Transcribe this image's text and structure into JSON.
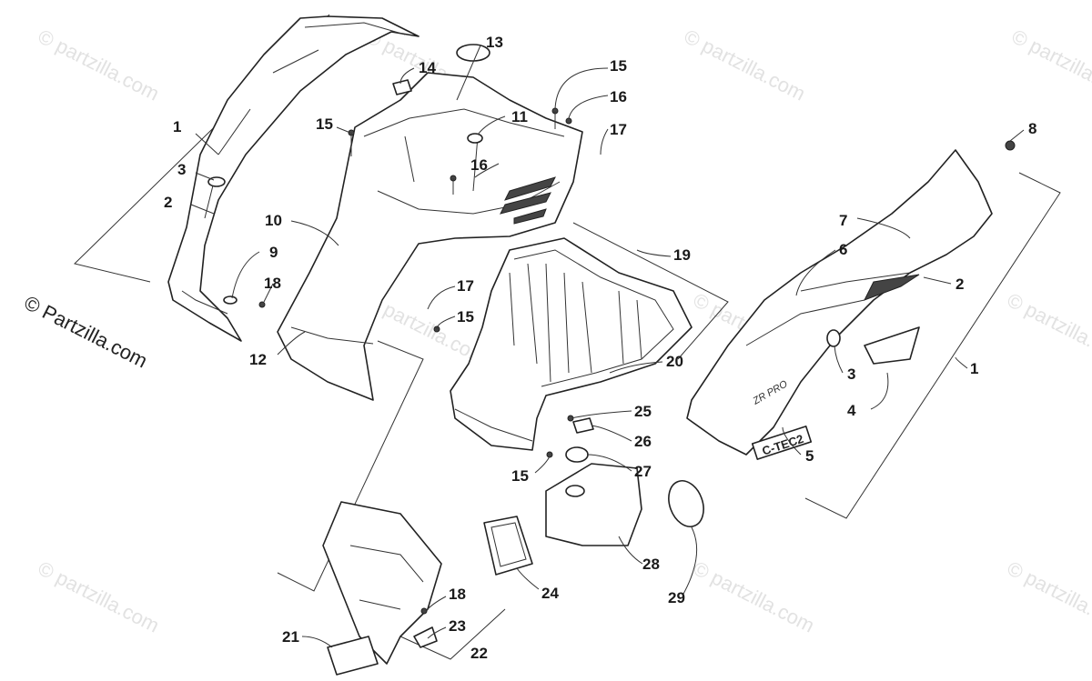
{
  "credit": "© Partzilla.com",
  "watermark": "© partzilla.com",
  "callouts": [
    {
      "id": "c1a",
      "label": "1"
    },
    {
      "id": "c2a",
      "label": "2"
    },
    {
      "id": "c3a",
      "label": "3"
    },
    {
      "id": "c9",
      "label": "9"
    },
    {
      "id": "c10",
      "label": "10"
    },
    {
      "id": "c18a",
      "label": "18"
    },
    {
      "id": "c12",
      "label": "12"
    },
    {
      "id": "c14",
      "label": "14"
    },
    {
      "id": "c13",
      "label": "13"
    },
    {
      "id": "c15a",
      "label": "15"
    },
    {
      "id": "c11",
      "label": "11"
    },
    {
      "id": "c16a",
      "label": "16"
    },
    {
      "id": "c15b",
      "label": "15"
    },
    {
      "id": "c16b",
      "label": "16"
    },
    {
      "id": "c17a",
      "label": "17"
    },
    {
      "id": "c8",
      "label": "8"
    },
    {
      "id": "c7",
      "label": "7"
    },
    {
      "id": "c6",
      "label": "6"
    },
    {
      "id": "c2b",
      "label": "2"
    },
    {
      "id": "c19",
      "label": "19"
    },
    {
      "id": "c17b",
      "label": "17"
    },
    {
      "id": "c15c",
      "label": "15"
    },
    {
      "id": "c20",
      "label": "20"
    },
    {
      "id": "c3b",
      "label": "3"
    },
    {
      "id": "c1b",
      "label": "1"
    },
    {
      "id": "c4",
      "label": "4"
    },
    {
      "id": "c5",
      "label": "5"
    },
    {
      "id": "c25",
      "label": "25"
    },
    {
      "id": "c26",
      "label": "26"
    },
    {
      "id": "c27",
      "label": "27"
    },
    {
      "id": "c15d",
      "label": "15"
    },
    {
      "id": "c28",
      "label": "28"
    },
    {
      "id": "c24",
      "label": "24"
    },
    {
      "id": "c29",
      "label": "29"
    },
    {
      "id": "c18b",
      "label": "18"
    },
    {
      "id": "c23",
      "label": "23"
    },
    {
      "id": "c21",
      "label": "21"
    },
    {
      "id": "c22",
      "label": "22"
    }
  ],
  "decals": {
    "brand": "C-TEC2",
    "model": "ZR PRO"
  }
}
